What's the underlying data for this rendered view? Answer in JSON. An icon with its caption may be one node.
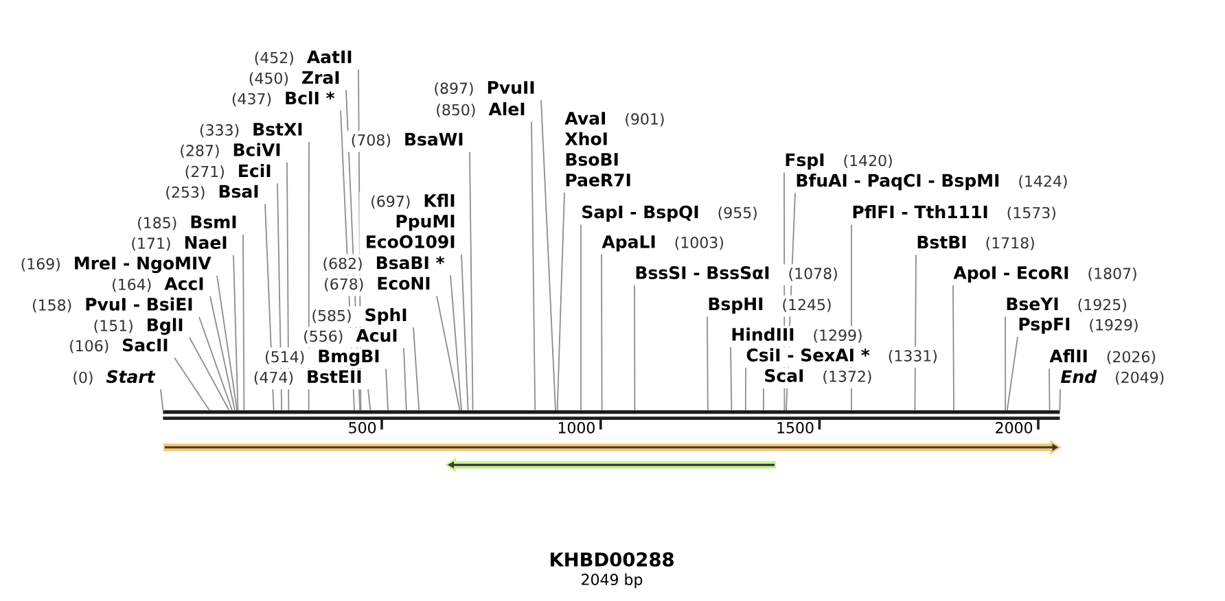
{
  "diagram": {
    "title": "KHBD00288",
    "caption": "2049 bp",
    "nodes": [
      {
        "text": [
          "(0)",
          "Start"
        ]
      },
      {
        "text": [
          "(106)",
          "SacII"
        ]
      },
      {
        "text": [
          "(151)",
          "BglI"
        ]
      },
      {
        "text": [
          "(158)",
          "PvuI - BsiEI"
        ]
      },
      {
        "text": [
          "(164)",
          "AccI"
        ]
      },
      {
        "text": [
          "(169)",
          "MreI - NgoMIV"
        ]
      },
      {
        "text": [
          "(171)",
          "NaeI"
        ]
      },
      {
        "text": [
          "(185)",
          "BsmI"
        ]
      },
      {
        "text": [
          "(253)",
          "BsaI"
        ]
      },
      {
        "text": [
          "(271)",
          "EciI"
        ]
      },
      {
        "text": [
          "(287)",
          "BciVI"
        ]
      },
      {
        "text": [
          "(333)",
          "BstXI"
        ]
      },
      {
        "text": [
          "(437)",
          "BclI *"
        ]
      },
      {
        "text": [
          "(450)",
          "ZraI"
        ]
      },
      {
        "text": [
          "(452)",
          "AatII"
        ]
      },
      {
        "text": [
          "(474)",
          "BstEII"
        ]
      },
      {
        "text": [
          "(514)",
          "BmgBI"
        ]
      },
      {
        "text": [
          "(556)",
          "AcuI"
        ]
      },
      {
        "text": [
          "(585)",
          "SphI"
        ]
      },
      {
        "text": [
          "(678)",
          "EcoNI"
        ]
      },
      {
        "text": [
          "(682)",
          "BsaBI *"
        ]
      },
      {
        "text": [
          "(697)",
          "KflI",
          "PpuMI",
          "EcoO109I"
        ]
      },
      {
        "text": [
          "(708)",
          "BsaWI"
        ]
      },
      {
        "text": [
          "(850)",
          "AleI"
        ]
      },
      {
        "text": [
          "(897)",
          "PvuII"
        ]
      },
      {
        "text": [
          "AvaI",
          "(901)",
          "XhoI",
          "BsoBI",
          "PaeR7I"
        ]
      },
      {
        "text": [
          "SapI - BspQI",
          "(955)"
        ]
      },
      {
        "text": [
          "ApaLI",
          "(1003)"
        ]
      },
      {
        "text": [
          "BssSI - BssSαI",
          "(1078)"
        ]
      },
      {
        "text": [
          "BspHI",
          "(1245)"
        ]
      },
      {
        "text": [
          "HindIII",
          "(1299)"
        ]
      },
      {
        "text": [
          "CsiI - SexAI *",
          "(1331)"
        ]
      },
      {
        "text": [
          "ScaI",
          "(1372)"
        ]
      },
      {
        "text": [
          "FspI",
          "(1420)"
        ]
      },
      {
        "text": [
          "BfuAI - PaqCI - BspMI",
          "(1424)"
        ]
      },
      {
        "text": [
          "PflFI - Tth111I",
          "(1573)"
        ]
      },
      {
        "text": [
          "BstBI",
          "(1718)"
        ]
      },
      {
        "text": [
          "ApoI - EcoRI",
          "(1807)"
        ]
      },
      {
        "text": [
          "BseYI",
          "(1925)"
        ]
      },
      {
        "text": [
          "PspFI",
          "(1929)"
        ]
      },
      {
        "text": [
          "AflII",
          "(2026)"
        ]
      },
      {
        "text": [
          "End",
          "(2049)"
        ]
      },
      {
        "text": [],
        "shape": "bar"
      },
      {
        "text": [],
        "shape": "arrow"
      },
      {
        "text": [],
        "shape": "arrow"
      }
    ],
    "edges": [
      {
        "from": 0,
        "to": 42,
        "arrow": "none"
      },
      {
        "from": 1,
        "to": 42,
        "arrow": "none"
      },
      {
        "from": 2,
        "to": 42,
        "arrow": "none"
      },
      {
        "from": 3,
        "to": 42,
        "arrow": "none"
      },
      {
        "from": 4,
        "to": 42,
        "arrow": "none"
      },
      {
        "from": 5,
        "to": 42,
        "arrow": "none"
      },
      {
        "from": 6,
        "to": 42,
        "arrow": "none"
      },
      {
        "from": 7,
        "to": 42,
        "arrow": "none"
      },
      {
        "from": 8,
        "to": 42,
        "arrow": "none"
      },
      {
        "from": 9,
        "to": 42,
        "arrow": "none"
      },
      {
        "from": 10,
        "to": 42,
        "arrow": "none"
      },
      {
        "from": 11,
        "to": 42,
        "arrow": "none"
      },
      {
        "from": 12,
        "to": 42,
        "arrow": "none"
      },
      {
        "from": 13,
        "to": 42,
        "arrow": "none"
      },
      {
        "from": 14,
        "to": 42,
        "arrow": "none"
      },
      {
        "from": 15,
        "to": 42,
        "arrow": "none"
      },
      {
        "from": 16,
        "to": 42,
        "arrow": "none"
      },
      {
        "from": 17,
        "to": 42,
        "arrow": "none"
      },
      {
        "from": 18,
        "to": 42,
        "arrow": "none"
      },
      {
        "from": 19,
        "to": 42,
        "arrow": "none"
      },
      {
        "from": 20,
        "to": 42,
        "arrow": "none"
      },
      {
        "from": 21,
        "to": 42,
        "arrow": "none"
      },
      {
        "from": 22,
        "to": 42,
        "arrow": "none"
      },
      {
        "from": 23,
        "to": 42,
        "arrow": "none"
      },
      {
        "from": 24,
        "to": 42,
        "arrow": "none"
      },
      {
        "from": 25,
        "to": 42,
        "arrow": "none"
      },
      {
        "from": 26,
        "to": 42,
        "arrow": "none"
      },
      {
        "from": 27,
        "to": 42,
        "arrow": "none"
      },
      {
        "from": 28,
        "to": 42,
        "arrow": "none"
      },
      {
        "from": 29,
        "to": 42,
        "arrow": "none"
      },
      {
        "from": 30,
        "to": 42,
        "arrow": "none"
      },
      {
        "from": 31,
        "to": 42,
        "arrow": "none"
      },
      {
        "from": 32,
        "to": 42,
        "arrow": "none"
      },
      {
        "from": 33,
        "to": 42,
        "arrow": "none"
      },
      {
        "from": 34,
        "to": 42,
        "arrow": "none"
      },
      {
        "from": 35,
        "to": 42,
        "arrow": "none"
      },
      {
        "from": 36,
        "to": 42,
        "arrow": "none"
      },
      {
        "from": 37,
        "to": 42,
        "arrow": "none"
      },
      {
        "from": 38,
        "to": 42,
        "arrow": "none"
      },
      {
        "from": 39,
        "to": 42,
        "arrow": "none"
      },
      {
        "from": 40,
        "to": 42,
        "arrow": "none"
      },
      {
        "from": 41,
        "to": 42,
        "arrow": "none"
      }
    ],
    "labels": [
      "500",
      "1000",
      "1500",
      "2000"
    ]
  }
}
